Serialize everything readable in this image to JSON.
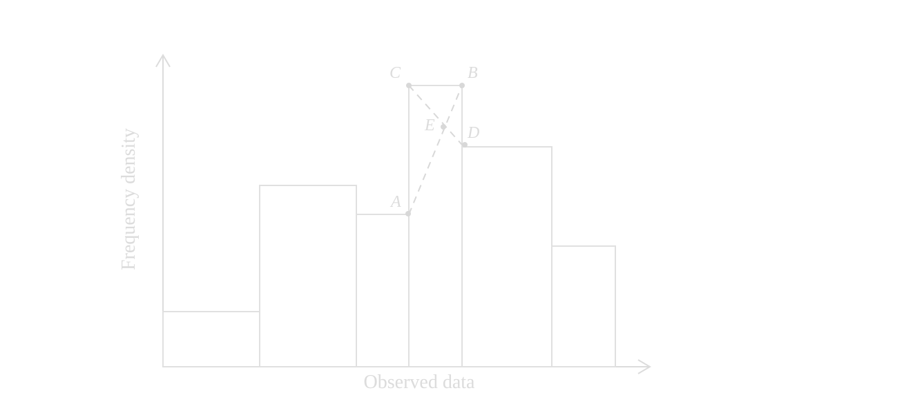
{
  "axes": {
    "xlabel": "Observed data",
    "ylabel": "Frequency density"
  },
  "points": {
    "A": "A",
    "B": "B",
    "C": "C",
    "D": "D",
    "E": "E"
  },
  "colors": {
    "stroke": "#e0e0e0",
    "text": "#dcdcdc"
  }
}
